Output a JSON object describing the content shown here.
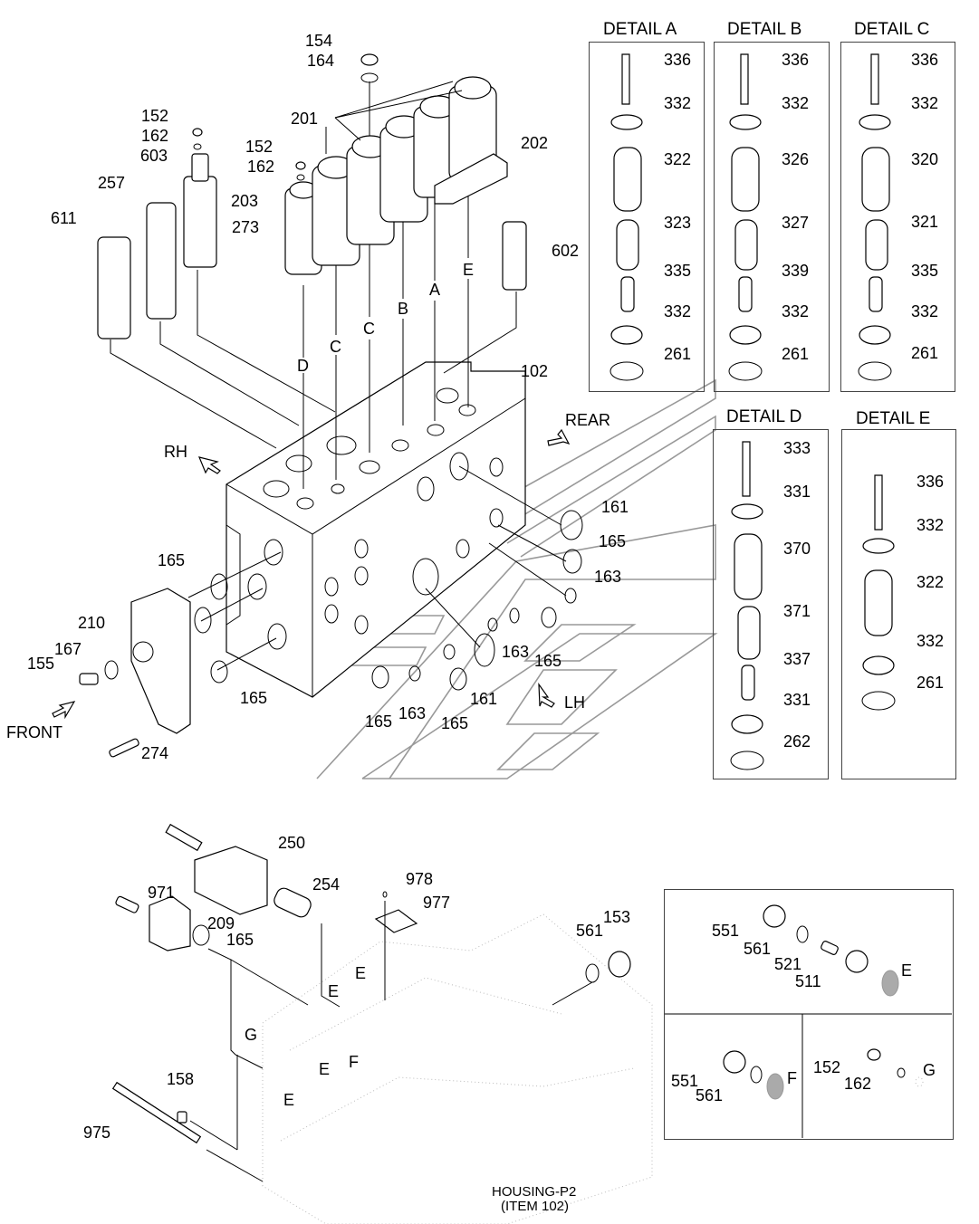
{
  "diagram": {
    "type": "exploded-parts-diagram",
    "main_assembly": {
      "labels_top": [
        "154",
        "164",
        "201",
        "202",
        "152",
        "162",
        "603",
        "257",
        "611",
        "152",
        "162",
        "203",
        "273",
        "602",
        "102"
      ],
      "port_letters": [
        "D",
        "C",
        "C",
        "B",
        "A",
        "E"
      ],
      "directions": {
        "rh": "RH",
        "rear": "REAR",
        "front": "FRONT",
        "lh": "LH"
      },
      "labels_body": [
        "165",
        "161",
        "165",
        "163",
        "210",
        "167",
        "155",
        "274",
        "165",
        "165",
        "163",
        "165",
        "161",
        "163",
        "163",
        "165"
      ]
    },
    "details": [
      {
        "title": "DETAIL A",
        "parts": [
          "336",
          "332",
          "322",
          "323",
          "335",
          "332",
          "261"
        ]
      },
      {
        "title": "DETAIL B",
        "parts": [
          "336",
          "332",
          "326",
          "327",
          "339",
          "332",
          "261"
        ]
      },
      {
        "title": "DETAIL C",
        "parts": [
          "336",
          "332",
          "320",
          "321",
          "335",
          "332",
          "261"
        ]
      },
      {
        "title": "DETAIL D",
        "parts": [
          "333",
          "331",
          "370",
          "371",
          "337",
          "331",
          "262"
        ]
      },
      {
        "title": "DETAIL E",
        "parts": [
          "336",
          "332",
          "322",
          "332",
          "261"
        ]
      }
    ],
    "housing_p2": {
      "labels": [
        "250",
        "254",
        "971",
        "209",
        "165",
        "978",
        "977",
        "561",
        "153",
        "158",
        "975"
      ],
      "port_letters": [
        "E",
        "E",
        "G",
        "E",
        "F",
        "E"
      ],
      "caption_line1": "HOUSING-P2",
      "caption_line2": "(ITEM 102)"
    },
    "inset_views": {
      "e": {
        "labels": [
          "551",
          "561",
          "521",
          "511"
        ],
        "letter": "E"
      },
      "f": {
        "labels": [
          "551",
          "561"
        ],
        "letter": "F"
      },
      "g": {
        "labels": [
          "152",
          "162"
        ],
        "letter": "G"
      }
    }
  }
}
